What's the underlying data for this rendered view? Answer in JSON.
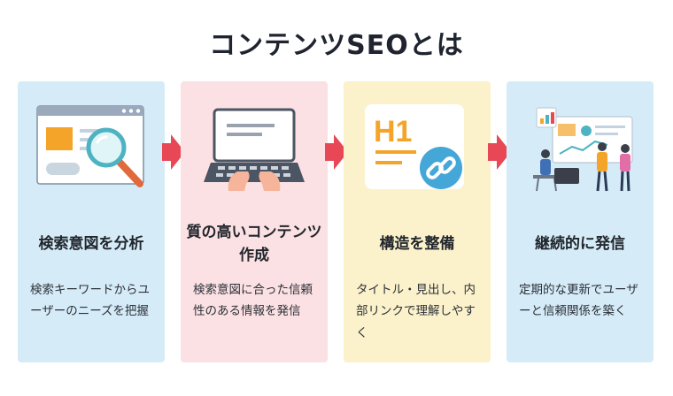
{
  "title": "コンテンツSEOとは",
  "steps": [
    {
      "heading": "検索意図を分析",
      "description": "検索キーワードからユーザーのニーズを把握"
    },
    {
      "heading": "質の高いコンテンツ作成",
      "description": "検索意図に合った信頼性のある情報を発信"
    },
    {
      "heading": "構造を整備",
      "description": "タイトル・見出し、内部リンクで理解しやすく"
    },
    {
      "heading": "継続的に発信",
      "description": "定期的な更新でユーザーと信頼関係を築く"
    }
  ],
  "illustration_text": {
    "h1_tag": "H1"
  },
  "colors": {
    "card_blue": "#d5ecf8",
    "card_pink": "#fbe1e3",
    "card_yellow": "#fbf1cb",
    "arrow_red": "#e84855",
    "accent_orange": "#f5a42a",
    "accent_teal": "#4db3c2"
  }
}
